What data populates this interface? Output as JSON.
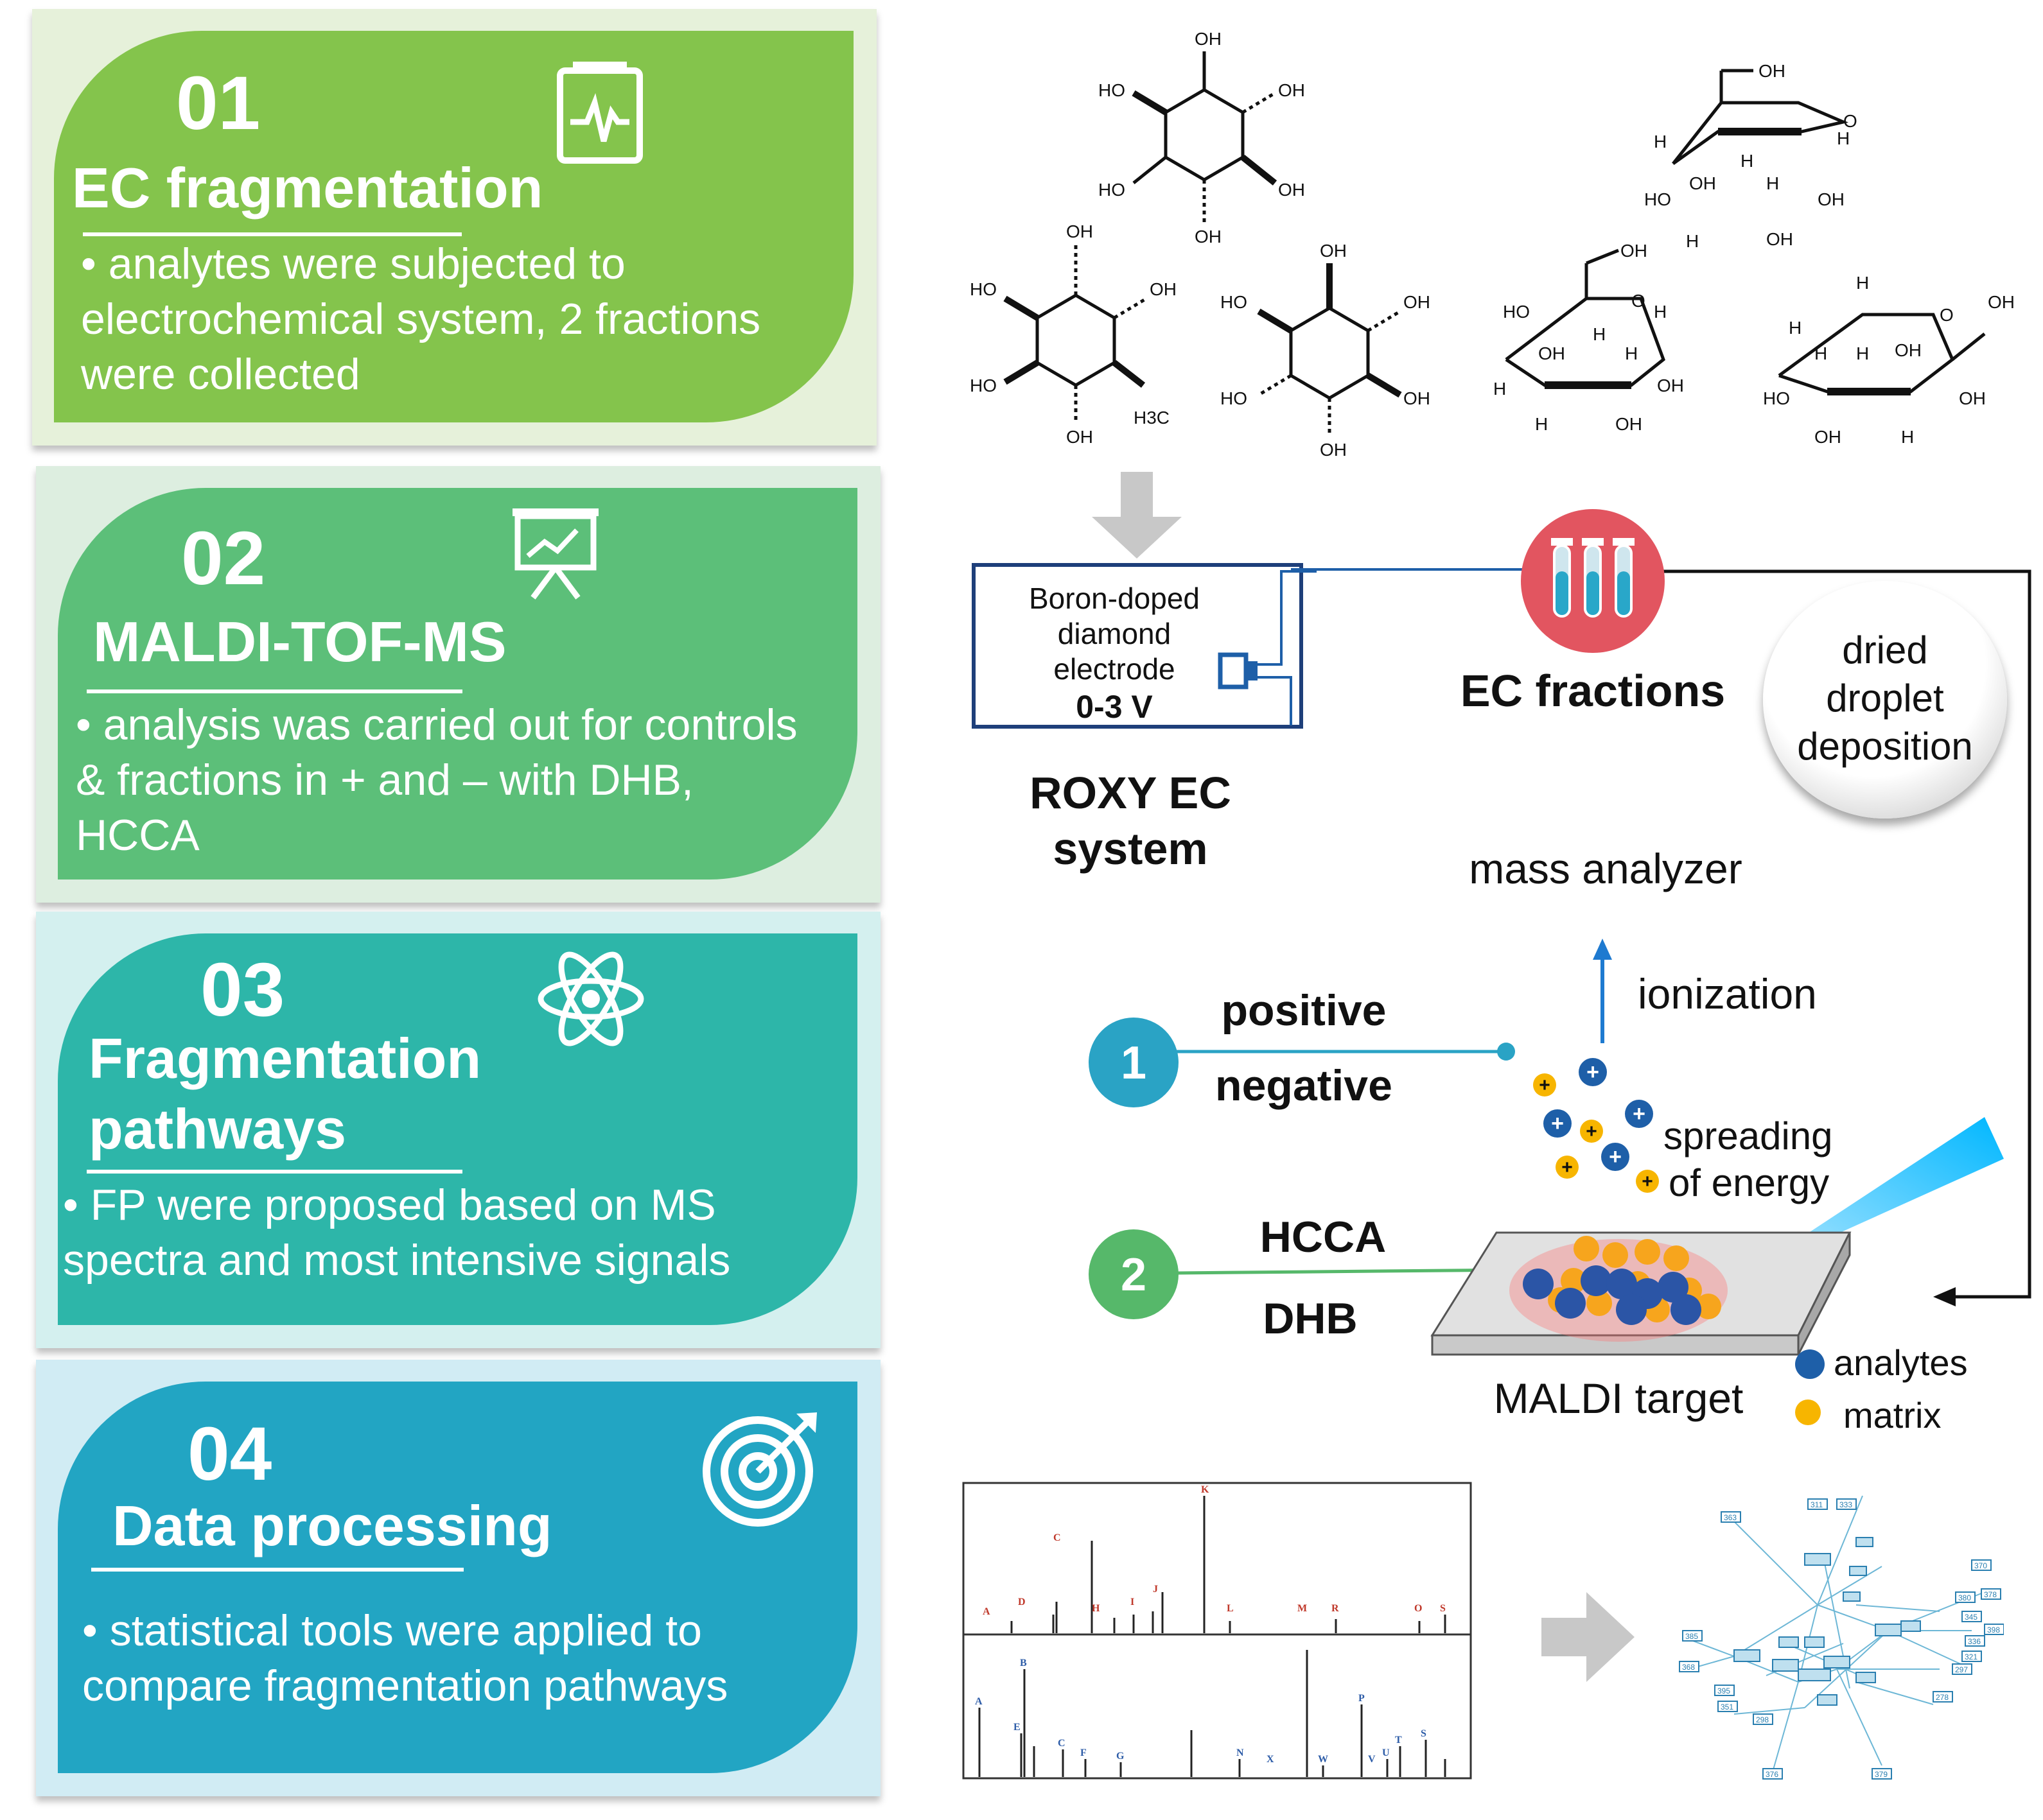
{
  "panels": [
    {
      "number": "01",
      "title": "EC fragmentation",
      "description": "• analytes were subjected to electrochemical system, 2 fractions were collected",
      "color": "#84c44c",
      "bg": "#e6f1da",
      "icon": "battery-monitor-icon"
    },
    {
      "number": "02",
      "title": "MALDI-TOF-MS",
      "description": "• analysis was carried out for controls & fractions in + and – with DHB, HCCA",
      "color": "#5cbf79",
      "bg": "#ddeee0",
      "icon": "presentation-board-icon"
    },
    {
      "number": "03",
      "title_line1": "Fragmentation",
      "title_line2": "pathways",
      "description": "• FP were proposed based on MS spectra and most intensive signals",
      "color": "#2db6a9",
      "bg": "#d4f0ef",
      "icon": "atom-icon"
    },
    {
      "number": "04",
      "title": "Data processing",
      "description": "• statistical tools were applied to compare fragmentation pathways",
      "color": "#22a5c3",
      "bg": "#d1ecf4",
      "icon": "target-icon"
    }
  ],
  "electrode": {
    "line1": "Boron-doped",
    "line2": "diamond",
    "line3": "electrode",
    "voltage": "0-3 V"
  },
  "roxy_line1": "ROXY EC",
  "roxy_line2": "system",
  "ec_fractions": "EC fractions",
  "dried_line1": "dried",
  "dried_line2": "droplet",
  "dried_line3": "deposition",
  "mass_analyzer": "mass analyzer",
  "ionization": "ionization",
  "mode1": "1",
  "positive": "positive",
  "negative": "negative",
  "mode2": "2",
  "hcca": "HCCA",
  "dhb": "DHB",
  "spreading_line1": "spreading",
  "spreading_line2": "of energy",
  "maldi_target": "MALDI target",
  "legend_analytes": "analytes",
  "legend_matrix": "matrix",
  "chem": {
    "OH": "OH",
    "HO": "HO",
    "H": "H",
    "O": "O",
    "H3C": "H3C"
  },
  "spectrum_peaks_top": [
    "A",
    "D",
    "C",
    "H",
    "I",
    "J",
    "K",
    "L",
    "M",
    "R",
    "O",
    "S"
  ],
  "spectrum_peaks_bottom": [
    "A",
    "E",
    "B",
    "C",
    "F",
    "G",
    "N",
    "X",
    "W",
    "P",
    "U",
    "T",
    "S",
    "V"
  ],
  "network_nodes": [
    "311",
    "333",
    "363",
    "370",
    "378",
    "380",
    "345",
    "398",
    "336",
    "321",
    "297",
    "278",
    "385",
    "368",
    "395",
    "351",
    "298",
    "376",
    "379"
  ],
  "colors": {
    "accent_blue": "#1e5fa8",
    "tube_red": "#e25560",
    "analyte": "#2b55a6",
    "matrix": "#f7a51d",
    "green_line": "#56b86a",
    "teal_line": "#2aa3c5"
  }
}
